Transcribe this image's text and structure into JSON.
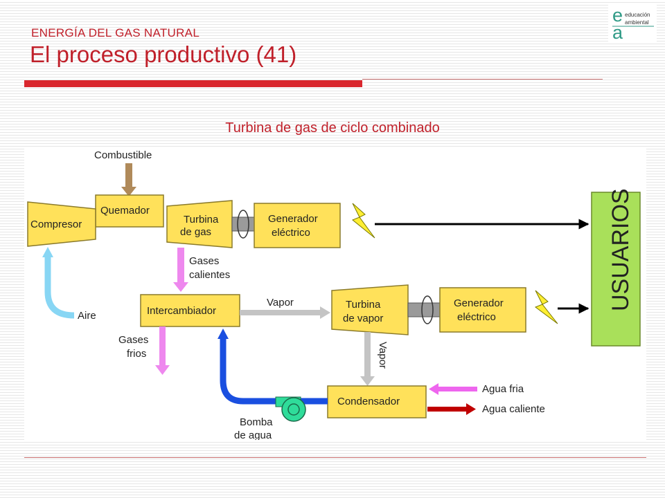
{
  "header": {
    "kicker": "ENERGÍA DEL GAS NATURAL",
    "title": "El proceso productivo (41)"
  },
  "logo": {
    "letters": "ea",
    "line1": "educación",
    "line2": "ambiental"
  },
  "subtitle": "Turbina de gas de ciclo combinado",
  "diagram": {
    "labels": {
      "combustible": "Combustible",
      "quemador": "Quemador",
      "compresor": "Compresor",
      "turbina_gas_1": "Turbina",
      "turbina_gas_2": "de gas",
      "generador_1": "Generador",
      "generador_2": "eléctrico",
      "usuarios": "USUARIOS",
      "gases_calientes_1": "Gases",
      "gases_calientes_2": "calientes",
      "aire": "Aire",
      "intercambiador": "Intercambiador",
      "vapor_h": "Vapor",
      "turbina_vapor_1": "Turbina",
      "turbina_vapor_2": "de vapor",
      "generador2_1": "Generador",
      "generador2_2": "eléctrico",
      "gases_frios_1": "Gases",
      "gases_frios_2": "frios",
      "vapor_v": "Vapor",
      "condensador": "Condensador",
      "agua_fria": "Agua fria",
      "agua_caliente": "Agua caliente",
      "bomba_1": "Bomba",
      "bomba_2": "de agua"
    },
    "colors": {
      "box_fill": "#ffe15a",
      "box_stroke": "#8a7a2a",
      "usuarios_fill": "#a9e05a",
      "fuel_arrow": "#b08a5a",
      "hot_gas_arrow": "#ee88ee",
      "air_arrow": "#88d6f4",
      "steam_arrow": "#c4c4c4",
      "water_pump_loop": "#1a4fe0",
      "pump": "#2fdc9a",
      "cold_water": "#ee66ee",
      "hot_water": "#c00000",
      "lightning": "#ffee33"
    }
  }
}
